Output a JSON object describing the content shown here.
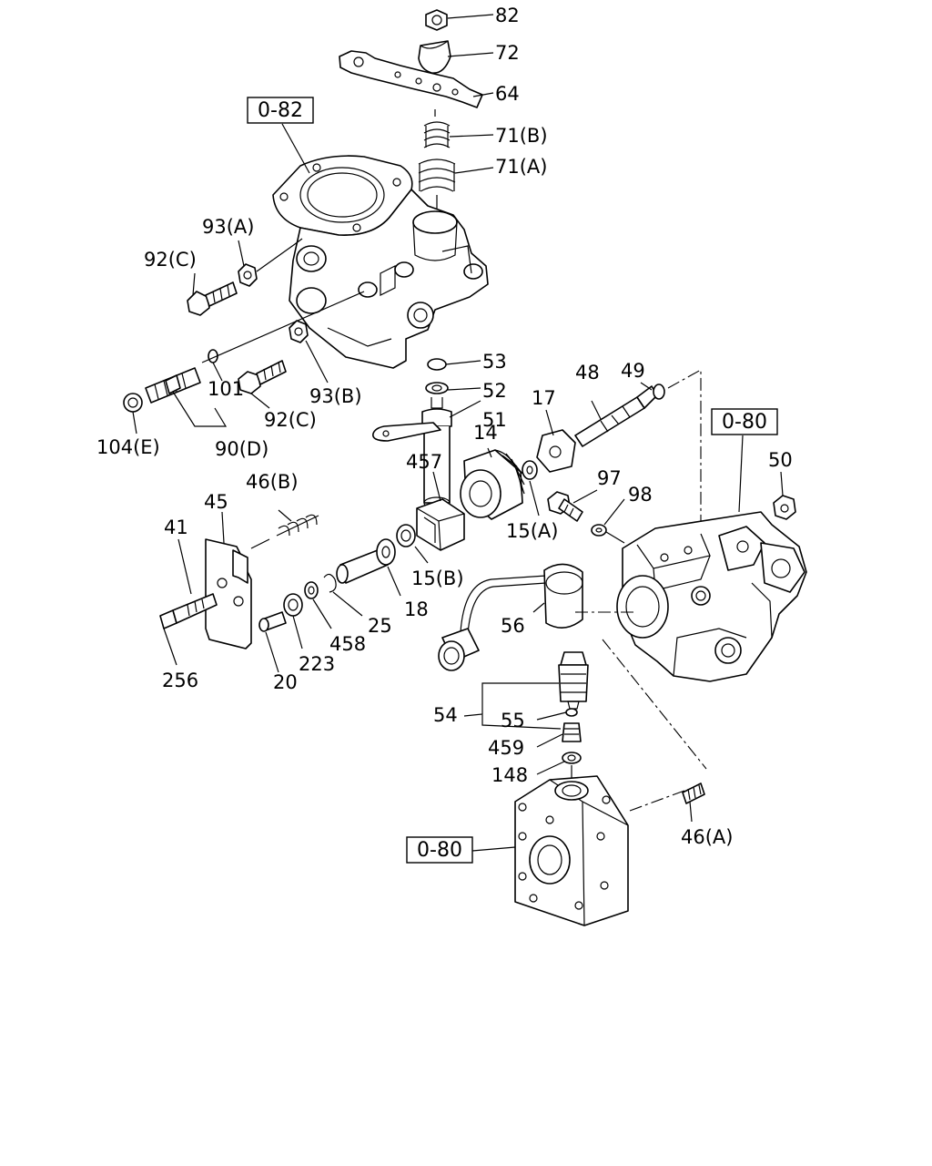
{
  "ref_boxes": {
    "top_left": "0-82",
    "right": "0-80",
    "bottom": "0-80"
  },
  "labels": {
    "l82": "82",
    "l72": "72",
    "l64": "64",
    "l71b": "71(B)",
    "l71a": "71(A)",
    "l93a": "93(A)",
    "l92c_top": "92(C)",
    "l53": "53",
    "l52": "52",
    "l51": "51",
    "l101": "101",
    "l92c_bot": "92(C)",
    "l93b": "93(B)",
    "l104e": "104(E)",
    "l90d": "90(D)",
    "l49": "49",
    "l48": "48",
    "l17": "17",
    "l14": "14",
    "l457": "457",
    "l97": "97",
    "l98": "98",
    "l50": "50",
    "l15a": "15(A)",
    "l15b": "15(B)",
    "l46b": "46(B)",
    "l45": "45",
    "l41": "41",
    "l18": "18",
    "l25": "25",
    "l458": "458",
    "l223": "223",
    "l20": "20",
    "l256": "256",
    "l56": "56",
    "l54": "54",
    "l55": "55",
    "l459": "459",
    "l148": "148",
    "l46a": "46(A)"
  }
}
